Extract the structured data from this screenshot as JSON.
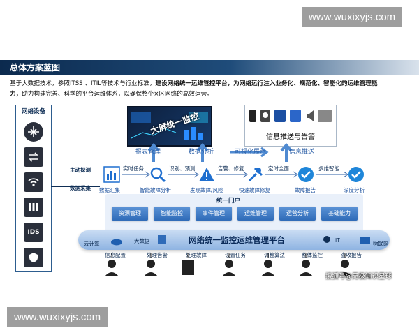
{
  "watermarks": {
    "top": "www.wuxixyjs.com",
    "bottom": "www.wuxixyjs.com",
    "credit": "搜狐号@无极知识星球"
  },
  "header": {
    "title": "总体方案蓝图"
  },
  "intro": {
    "p1": "基于大数据技术，参照ITSS 、ITIL等技术与行业标准，",
    "p1_bold": "建设网络统一运维管控平台，",
    "p2_bold": "为网络运行注入业务化、规范化、智能化的运维管理能",
    "p3_bold": "力，",
    "p3": "助力构建完善、科学的平台运维体系，以确保整个×区网络的高效运营。"
  },
  "left_panel": {
    "title": "网络设备",
    "devices": [
      "router-icon",
      "switch-icon",
      "wifi-icon",
      "server-rack-icon",
      "IDS",
      "firewall-icon"
    ],
    "ids_text": "IDS"
  },
  "side_labels": {
    "active": "主动探测",
    "collect": "数据采集"
  },
  "screen": {
    "label": "大屏统一监控"
  },
  "push": {
    "label": "信息推送与告警"
  },
  "top_links": {
    "report": "报表管理",
    "analysis": "数据分析",
    "visual": "可视化展示",
    "push": "信息推送"
  },
  "flow": {
    "nodes": [
      "数据汇集",
      "智能故障分析",
      "发现故障/风险",
      "快速故障修复",
      "故障报告",
      "深度分析"
    ],
    "edges": [
      "实时任务",
      "识别、预测",
      "告警、修复",
      "定时全面",
      "多维智能"
    ]
  },
  "portal": {
    "label": "统一门户"
  },
  "modules": [
    "资源管理",
    "智能监控",
    "事件管理",
    "运维管理",
    "运营分析",
    "基础能力"
  ],
  "platform": {
    "title": "网络统一监控运维管理平台",
    "left1": "云计算",
    "left2": "大数据",
    "right1": "IT",
    "right2": "物联网"
  },
  "roles": [
    "信息配置",
    "处理告警",
    "处理故障",
    "设置任务",
    "调整算法",
    "整体监控",
    "查收报告"
  ],
  "colors": {
    "primary": "#2f6bb8",
    "dark": "#0c2a4e",
    "accent": "#1f86d9"
  }
}
